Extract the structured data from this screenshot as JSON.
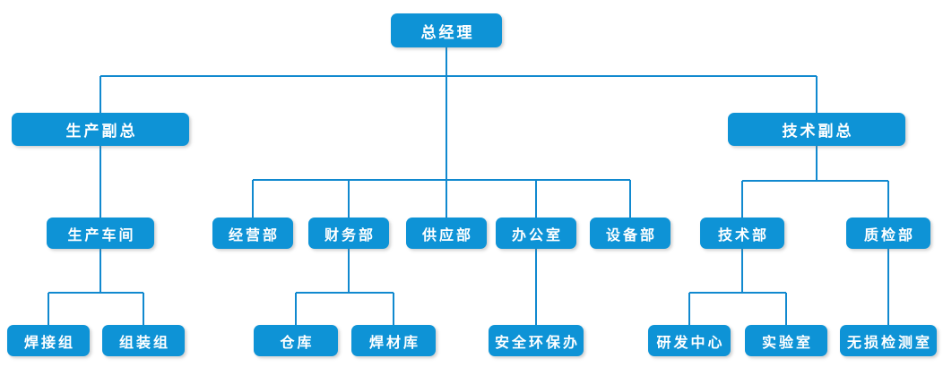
{
  "diagram": {
    "type": "org-chart",
    "background_color": "#ffffff",
    "node_fill_color": "#0E93D6",
    "node_text_color": "#ffffff",
    "connector_color": "#1189CF",
    "nodes": {
      "ceo": {
        "label": "总经理"
      },
      "prod_vp": {
        "label": "生产副总"
      },
      "tech_vp": {
        "label": "技术副总"
      },
      "workshop": {
        "label": "生产车间"
      },
      "biz": {
        "label": "经营部"
      },
      "finance": {
        "label": "财务部"
      },
      "supply": {
        "label": "供应部"
      },
      "office": {
        "label": "办公室"
      },
      "equipment": {
        "label": "设备部"
      },
      "tech_dept": {
        "label": "技术部"
      },
      "qc": {
        "label": "质检部"
      },
      "welding": {
        "label": "焊接组"
      },
      "assembly": {
        "label": "组装组"
      },
      "warehouse": {
        "label": "仓库"
      },
      "weld_material": {
        "label": "焊材库"
      },
      "safety": {
        "label": "安全环保办"
      },
      "rnd": {
        "label": "研发中心"
      },
      "lab": {
        "label": "实验室"
      },
      "ndt": {
        "label": "无损检测室"
      }
    },
    "edges": [
      {
        "from": "总经理",
        "to": "生产副总"
      },
      {
        "from": "总经理",
        "to": "技术副总"
      },
      {
        "from": "总经理",
        "to": "经营部"
      },
      {
        "from": "总经理",
        "to": "财务部"
      },
      {
        "from": "总经理",
        "to": "供应部"
      },
      {
        "from": "总经理",
        "to": "办公室"
      },
      {
        "from": "总经理",
        "to": "设备部"
      },
      {
        "from": "生产副总",
        "to": "生产车间"
      },
      {
        "from": "生产车间",
        "to": "焊接组"
      },
      {
        "from": "生产车间",
        "to": "组装组"
      },
      {
        "from": "财务部",
        "to": "仓库"
      },
      {
        "from": "财务部",
        "to": "焊材库"
      },
      {
        "from": "办公室",
        "to": "安全环保办"
      },
      {
        "from": "技术副总",
        "to": "技术部"
      },
      {
        "from": "技术副总",
        "to": "质检部"
      },
      {
        "from": "技术部",
        "to": "研发中心"
      },
      {
        "from": "技术部",
        "to": "实验室"
      },
      {
        "from": "质检部",
        "to": "无损检测室"
      }
    ]
  }
}
